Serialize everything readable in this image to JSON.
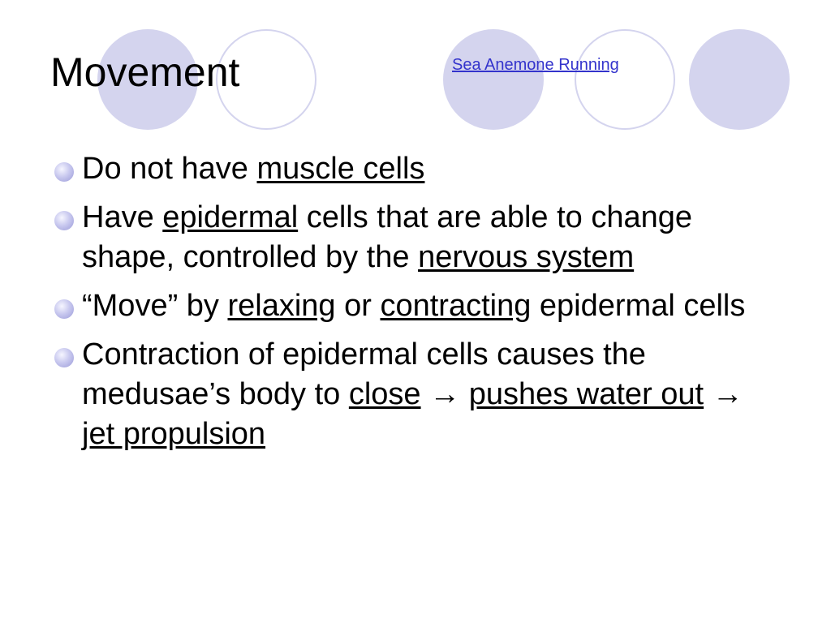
{
  "slide": {
    "title": "Movement",
    "link_text": "Sea Anemone Running",
    "colors": {
      "circle": "#d4d4ee",
      "link": "#3333cc",
      "bullet": "#b8b8e8"
    },
    "bullets": [
      {
        "parts": [
          {
            "text": "Do not have "
          },
          {
            "text": "muscle cells",
            "u": true
          }
        ]
      },
      {
        "parts": [
          {
            "text": "Have "
          },
          {
            "text": "epidermal",
            "u": true
          },
          {
            "text": " cells that are able to change shape, controlled by the "
          },
          {
            "text": "nervous system",
            "u": true
          }
        ]
      },
      {
        "parts": [
          {
            "text": "“Move” by "
          },
          {
            "text": "relaxing",
            "u": true
          },
          {
            "text": " or "
          },
          {
            "text": "contracting",
            "u": true
          },
          {
            "text": " epidermal cells"
          }
        ]
      },
      {
        "parts": [
          {
            "text": "Contraction of epidermal cells causes the medusae’s body to "
          },
          {
            "text": "close",
            "u": true
          },
          {
            "text": " → "
          },
          {
            "text": "pushes water out",
            "u": true
          },
          {
            "text": " → "
          },
          {
            "text": "jet propulsion",
            "u": true
          }
        ]
      }
    ]
  }
}
